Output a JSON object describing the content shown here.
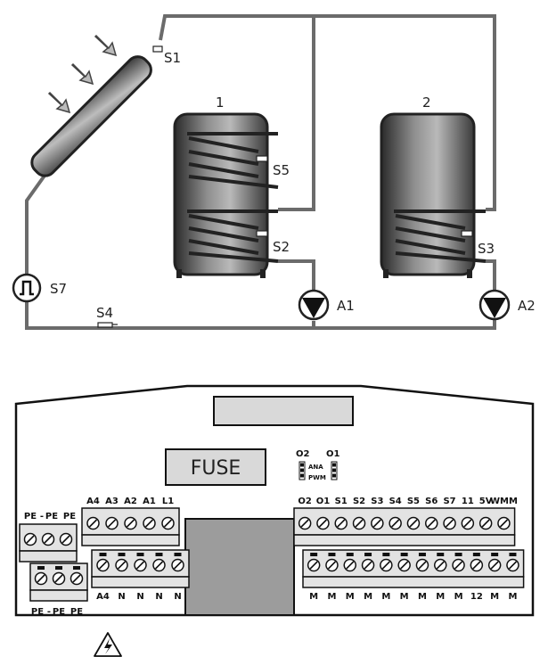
{
  "schematic": {
    "tank1_label": "1",
    "tank2_label": "2",
    "sensors": {
      "s1": "S1",
      "s2": "S2",
      "s3": "S3",
      "s4": "S4",
      "s5": "S5",
      "s7": "S7"
    },
    "pumps": {
      "a1": "A1",
      "a2": "A2"
    }
  },
  "board": {
    "fuse_label": "FUSE",
    "jumper_o2": "O2",
    "jumper_o1": "O1",
    "jumper_ana": "ANA",
    "jumper_pwm": "PWM",
    "pe_top_labels": [
      "PE",
      "-",
      "PE",
      "PE"
    ],
    "pe_bottom_labels": [
      "PE",
      "-",
      "PE",
      "PE"
    ],
    "mains_top_labels": [
      "A4",
      "A3",
      "A2",
      "A1",
      "L1"
    ],
    "mains_bottom_labels": [
      "A4",
      "N",
      "N",
      "N",
      "N"
    ],
    "signal_top_labels": [
      "O2",
      "O1",
      "S1",
      "S2",
      "S3",
      "S4",
      "S5",
      "S6",
      "S7",
      "11",
      "5V",
      "WMM"
    ],
    "signal_bottom_labels": [
      "M",
      "M",
      "M",
      "M",
      "M",
      "M",
      "M",
      "M",
      "M",
      "12",
      "M",
      "M"
    ]
  }
}
